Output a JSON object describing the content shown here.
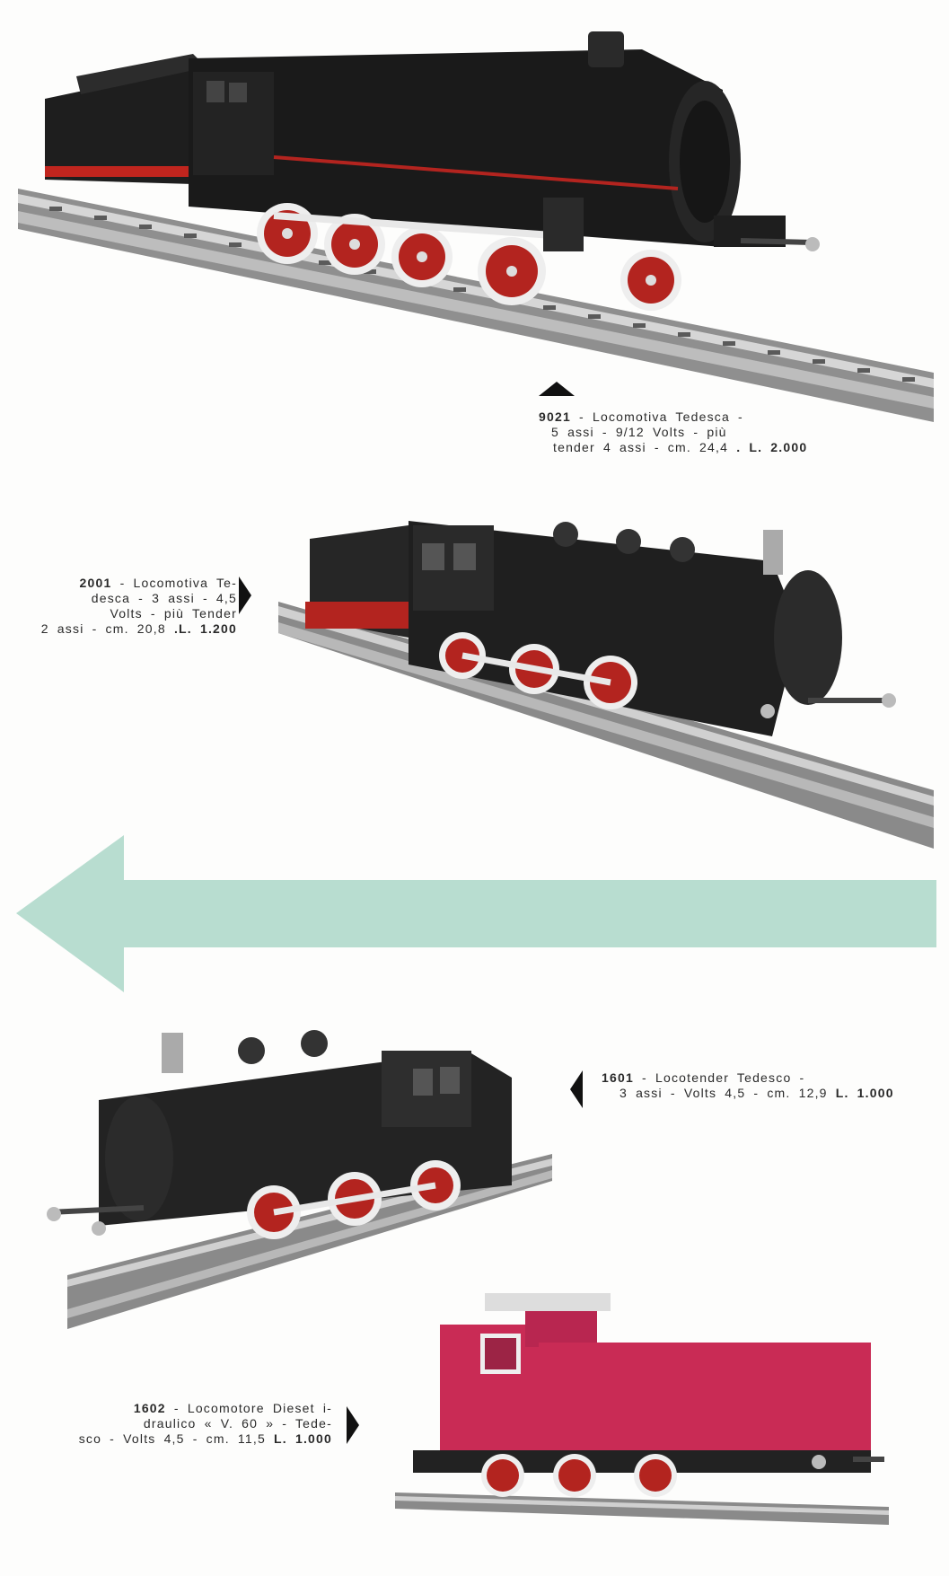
{
  "items": [
    {
      "code": "9021",
      "lines": [
        "- Locomotiva Tedesca -",
        "5 assi - 9/12 Volts - più",
        "tender 4 assi - cm. 24,4"
      ],
      "price": ". L. 2.000",
      "pointer": "up-triangle-icon"
    },
    {
      "code": "2001",
      "lines": [
        "- Locomotiva Te-",
        "desca - 3 assi - 4,5",
        "Volts - più Tender",
        "2 assi - cm. 20,8"
      ],
      "price": ".L. 1.200",
      "pointer": "right-triangle-icon"
    },
    {
      "code": "1601",
      "lines": [
        "- Locotender Tedesco -",
        "3 assi - Volts 4,5 - cm. 12,9"
      ],
      "price": "L. 1.000",
      "pointer": "left-triangle-icon"
    },
    {
      "code": "1602",
      "lines": [
        "- Locomotore Dieset i-",
        "draulico « V. 60 » - Tede-",
        "sco - Volts 4,5 - cm. 11,5"
      ],
      "price": "L. 1.000",
      "pointer": "right-triangle-icon"
    }
  ],
  "colors": {
    "background": "#fdfdfc",
    "arrow": "#b8ddd0",
    "loco_black": "#1c1c1c",
    "wheel_red": "#b3241f",
    "diesel_red": "#c92b55",
    "rail": "#9a9a9a"
  },
  "arrow_direction": "left-arrow-icon"
}
